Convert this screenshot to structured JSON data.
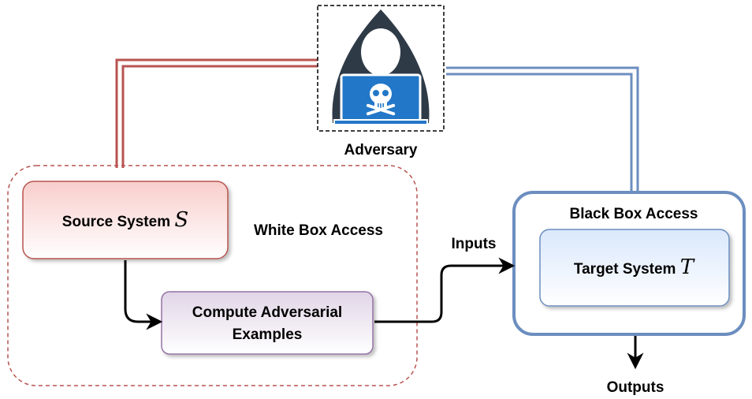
{
  "adversary": {
    "label": "Adversary",
    "icon": "hacker-with-skull-laptop-icon"
  },
  "white_box": {
    "label": "White Box Access",
    "source_system": {
      "text": "Source System ",
      "var": "S"
    },
    "compute": {
      "line1": "Compute Adversarial",
      "line2": "Examples"
    }
  },
  "black_box": {
    "label": "Black Box Access",
    "target_system": {
      "text": "Target System ",
      "var": "T"
    }
  },
  "inputs_label": "Inputs",
  "outputs_label": "Outputs",
  "colors": {
    "red_line": "#b85450",
    "blue_line": "#6c8ebf",
    "source_fill_top": "#f8cecc",
    "compute_fill_top": "#e1d5e7",
    "compute_stroke": "#9673a6",
    "target_fill_top": "#dae8fc",
    "hacker_body": "#2f3a47",
    "laptop_blue": "#2277c8"
  }
}
